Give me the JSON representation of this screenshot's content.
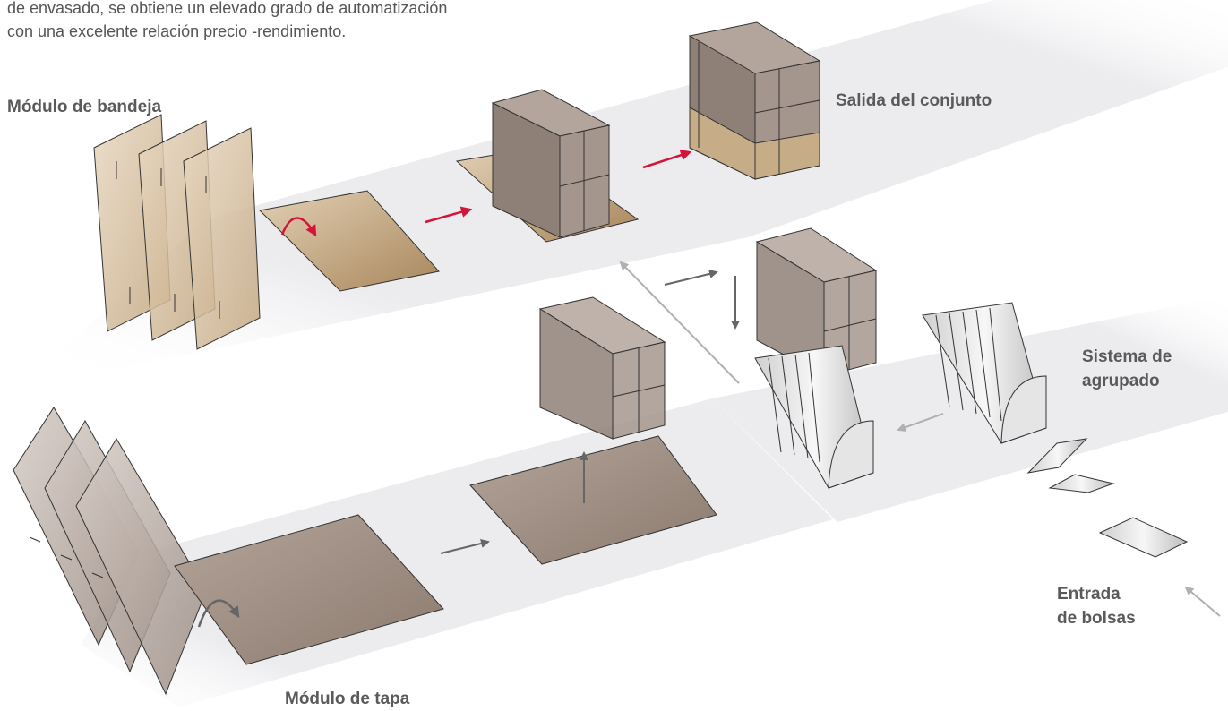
{
  "intro": {
    "line1": "de envasado, se obtiene un elevado grado de automatización",
    "line2": "con una excelente relación precio -rendimiento."
  },
  "labels": {
    "tray_module": "Módulo de bandeja",
    "set_exit": "Salida del conjunto",
    "grouping_line1": "Sistema de",
    "grouping_line2": "agrupado",
    "bag_line1": "Entrada",
    "bag_line2": "de bolsas",
    "lid_module": "Módulo de tapa"
  },
  "colors": {
    "belt": "#ececef",
    "tray_board": "#c9ad88",
    "tray_board_dark": "#a88a62",
    "lid_board": "#9c8b80",
    "box_top": "#bdb0a8",
    "box_side": "#8e7f76",
    "box_front": "#a69890",
    "flow_arrow_red": "#d4143a",
    "flow_arrow_dark": "#666666",
    "flow_arrow_light": "#b0b0b0",
    "text": "#5a5a5a"
  }
}
